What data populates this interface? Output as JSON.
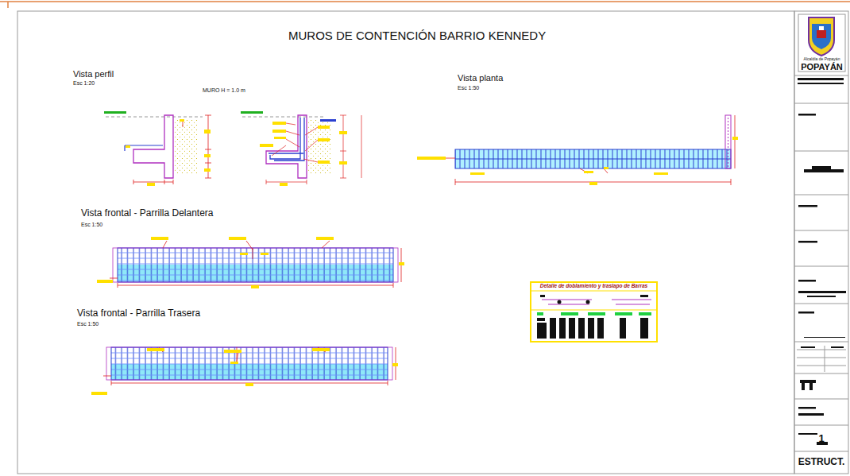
{
  "diagram": {
    "title": "MUROS DE CONTENCIÓN BARRIO KENNEDY",
    "nodes": [
      {
        "text": [
          "Detalle de doblamiento y traslapo de Barras"
        ]
      },
      {
        "text": [
          "Alcaldía de Popayán",
          "POPAYÁN"
        ]
      },
      {
        "text": [
          "1"
        ]
      },
      {
        "text": [
          "ESTRUCT."
        ]
      }
    ],
    "labels": [
      "Vista perfil",
      "Esc 1:20",
      "MURO H = 1.0 m",
      "Vista planta",
      "Esc 1:50",
      "Vista frontal - Parrilla Delantera",
      "Esc 1:50",
      "Vista frontal - Parrilla Trasera",
      "Esc 1:50"
    ]
  }
}
